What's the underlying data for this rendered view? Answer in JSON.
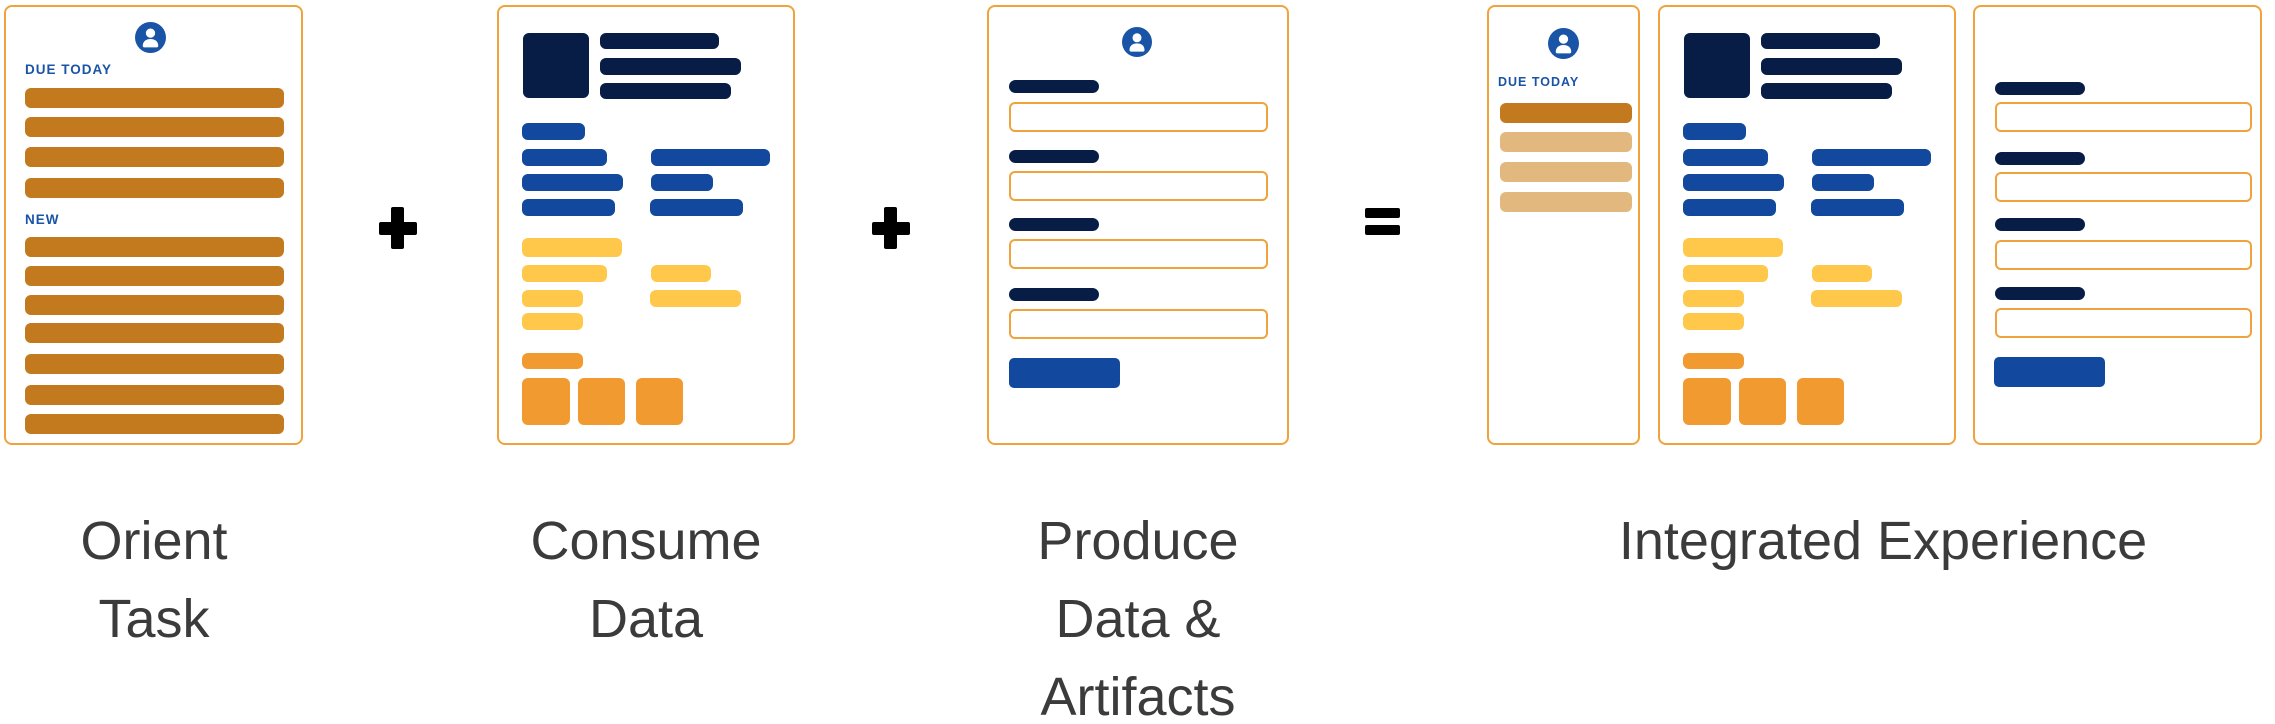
{
  "diagram_title": "Orient Task + Consume Data + Produce Data & Artifacts = Integrated Experience",
  "palette": {
    "card_border": "#F0A33C",
    "navy": "#071D45",
    "blue": "#12489E",
    "brand_blue": "#1A54A6",
    "yellow": "#FFC84A",
    "orange": "#F09A30",
    "dark_orange": "#C3791E",
    "tan": "#E2B87E",
    "label_gray": "#3B3B3B",
    "operator_black": "#000000"
  },
  "icons": {
    "avatar": "person-in-circle-icon"
  },
  "operators": {
    "plus": "+",
    "equals": "="
  },
  "cards": {
    "orient": {
      "section_due": "DUE TODAY",
      "section_new": "NEW"
    },
    "integrated_orient": {
      "section_due": "DUE TODAY"
    }
  },
  "captions": [
    {
      "lines": [
        "Orient",
        "Task"
      ]
    },
    {
      "lines": [
        "Consume",
        "Data"
      ]
    },
    {
      "lines": [
        "Produce",
        "Data &",
        "Artifacts"
      ]
    },
    {
      "lines": [
        "Integrated Experience"
      ]
    }
  ]
}
